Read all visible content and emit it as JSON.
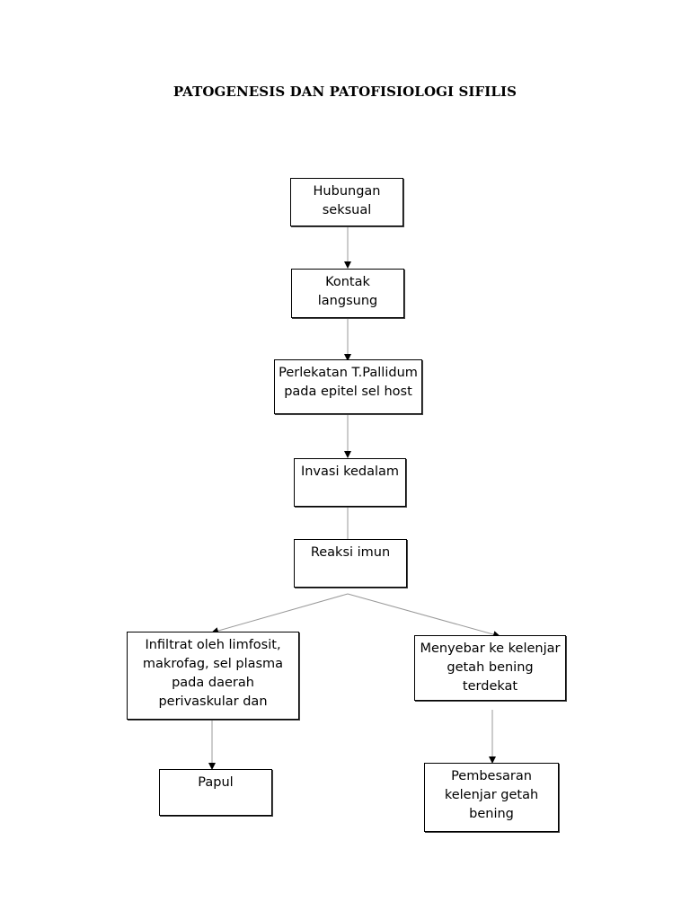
{
  "title": "PATOGENESIS DAN PATOFISIOLOGI SIFILIS",
  "nodes": {
    "hubungan": "Hubungan seksual",
    "kontak": "Kontak langsung",
    "perlekatan": "Perlekatan T.Pallidum pada epitel sel host",
    "invasi": "Invasi kedalam",
    "reaksi": "Reaksi imun",
    "infiltrat": "Infiltrat oleh limfosit, makrofag, sel plasma pada daerah perivaskular dan",
    "menyebar": "Menyebar ke kelenjar getah bening terdekat",
    "papul": "Papul",
    "pembesaran": "Pembesaran kelenjar getah bening"
  },
  "colors": {
    "line": "#888888",
    "arrow": "#000000"
  }
}
